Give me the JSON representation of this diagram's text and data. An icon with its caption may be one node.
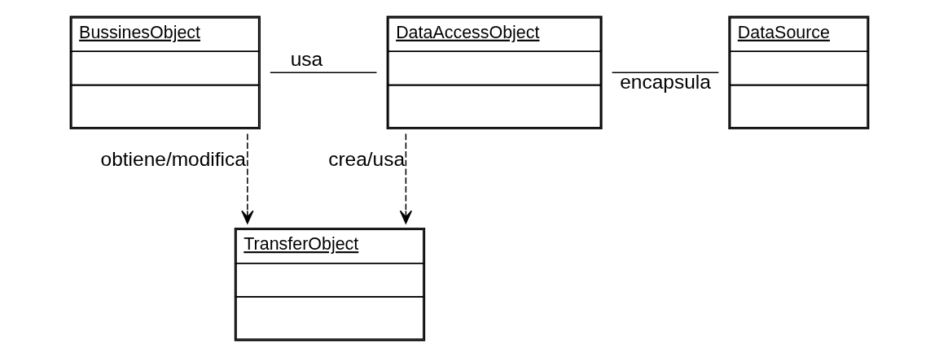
{
  "diagram": {
    "nodes": [
      {
        "text": [
          "BussinesObject"
        ]
      },
      {
        "text": [
          "DataAccessObject"
        ]
      },
      {
        "text": [
          "DataSource"
        ]
      },
      {
        "text": [
          "TransferObject"
        ]
      }
    ],
    "edges": [
      {
        "from": 0,
        "to": 1,
        "arrow": "none",
        "label": "usa"
      },
      {
        "from": 1,
        "to": 2,
        "arrow": "none",
        "label": "encapsula"
      },
      {
        "from": 1,
        "to": 3,
        "arrow": "to",
        "label": "crea/usa",
        "style": "dashed"
      },
      {
        "from": 0,
        "to": 3,
        "arrow": "to",
        "label": "obtiene/modifica",
        "style": "dashed"
      }
    ]
  }
}
